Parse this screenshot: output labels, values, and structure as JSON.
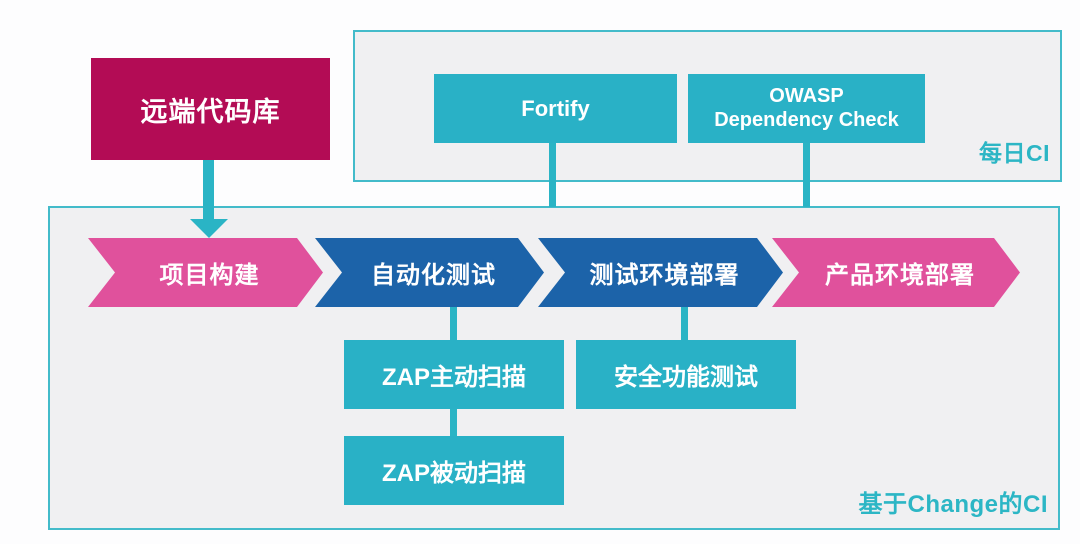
{
  "colors": {
    "repo_box": "#b30c55",
    "stage_pink": "#e0519c",
    "stage_blue": "#1c63a9",
    "tool_teal": "#29b1c6",
    "connector_teal": "#2ab4c5",
    "panel_border": "#43bbca",
    "panel_fill": "#f0f0f2",
    "panel_label_text": "#2cb6c5"
  },
  "repo": {
    "label": "远端代码库"
  },
  "daily_ci": {
    "panel_label": "每日CI",
    "tools": [
      {
        "label": "Fortify"
      },
      {
        "label": "OWASP\nDependency Check"
      }
    ]
  },
  "change_ci": {
    "panel_label": "基于Change的CI",
    "pipeline_stages": [
      {
        "label": "项目构建",
        "color": "pink"
      },
      {
        "label": "自动化测试",
        "color": "blue"
      },
      {
        "label": "测试环境部署",
        "color": "blue"
      },
      {
        "label": "产品环境部署",
        "color": "pink"
      }
    ],
    "security_tools": [
      {
        "label": "ZAP主动扫描"
      },
      {
        "label": "安全功能测试"
      },
      {
        "label": "ZAP被动扫描"
      }
    ]
  }
}
